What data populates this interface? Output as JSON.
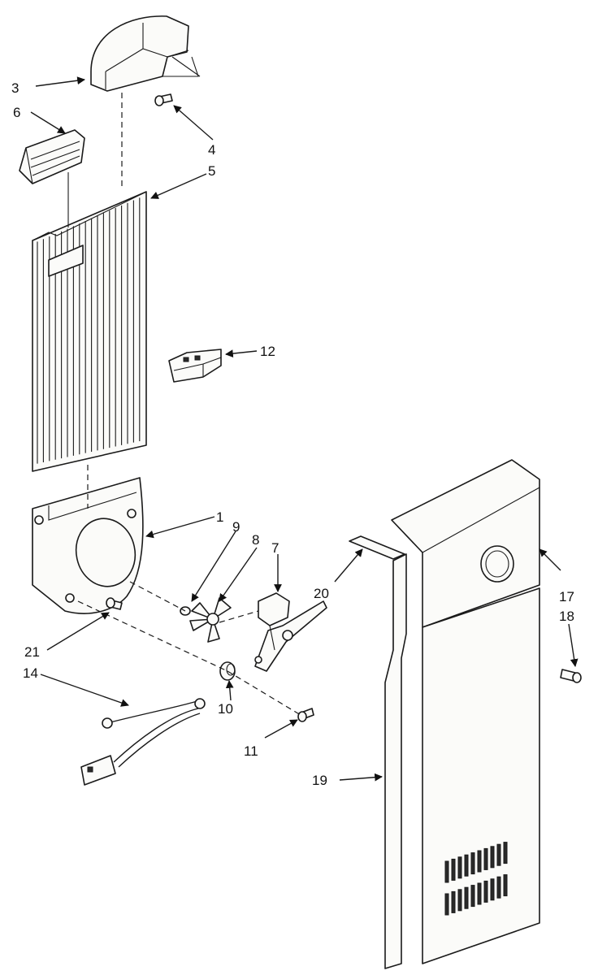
{
  "callouts": [
    {
      "id": "c3",
      "text": "3"
    },
    {
      "id": "c6",
      "text": "6"
    },
    {
      "id": "c4",
      "text": "4"
    },
    {
      "id": "c5",
      "text": "5"
    },
    {
      "id": "c12",
      "text": "12"
    },
    {
      "id": "c1",
      "text": "1"
    },
    {
      "id": "c9",
      "text": "9"
    },
    {
      "id": "c8",
      "text": "8"
    },
    {
      "id": "c7",
      "text": "7"
    },
    {
      "id": "c20",
      "text": "20"
    },
    {
      "id": "c17",
      "text": "17"
    },
    {
      "id": "c18",
      "text": "18"
    },
    {
      "id": "c21",
      "text": "21"
    },
    {
      "id": "c14",
      "text": "14"
    },
    {
      "id": "c10",
      "text": "10"
    },
    {
      "id": "c11",
      "text": "11"
    },
    {
      "id": "c19",
      "text": "19"
    }
  ]
}
